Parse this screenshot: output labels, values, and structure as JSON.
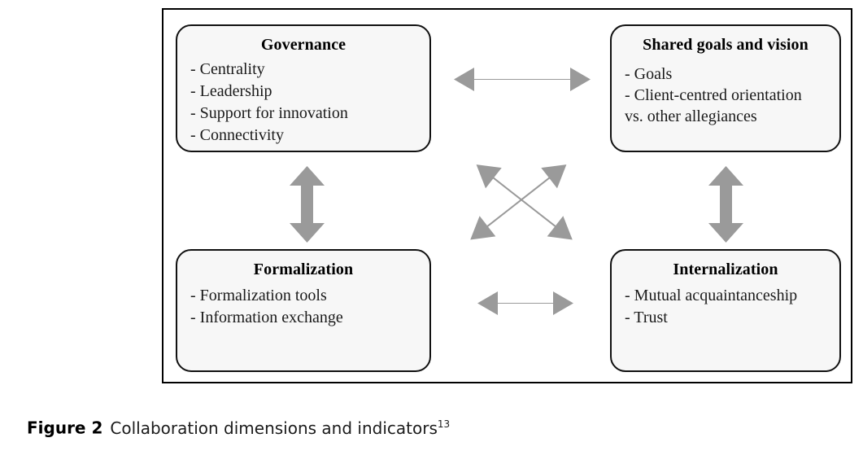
{
  "figure": {
    "caption_label": "Figure 2",
    "caption_text": "Collaboration dimensions and indicators",
    "caption_superscript": "13"
  },
  "colors": {
    "frame_border": "#000000",
    "box_fill": "#f7f7f7",
    "box_border": "#111111",
    "arrow_gray": "#9a9a9a",
    "text": "#000000"
  },
  "boxes": [
    {
      "id": "governance",
      "title": "Governance",
      "items": [
        "- Centrality",
        "- Leadership",
        "- Support for innovation",
        "- Connectivity"
      ]
    },
    {
      "id": "shared-goals",
      "title": "Shared goals and vision",
      "items": [
        "- Goals",
        "- Client-centred orientation",
        "vs. other allegiances"
      ]
    },
    {
      "id": "formalization",
      "title": "Formalization",
      "items": [
        "- Formalization tools",
        "- Information exchange"
      ]
    },
    {
      "id": "internalization",
      "title": "Internalization",
      "items": [
        "- Mutual acquaintanceship",
        "- Trust"
      ]
    }
  ],
  "connectors": [
    {
      "id": "top-horizontal",
      "from": "governance",
      "to": "shared-goals",
      "style": "double-headed"
    },
    {
      "id": "bottom-horizontal",
      "from": "formalization",
      "to": "internalization",
      "style": "double-headed"
    },
    {
      "id": "left-vertical",
      "from": "governance",
      "to": "formalization",
      "style": "double-headed"
    },
    {
      "id": "right-vertical",
      "from": "shared-goals",
      "to": "internalization",
      "style": "double-headed"
    },
    {
      "id": "diagonal-nw-se",
      "from": "governance",
      "to": "internalization",
      "style": "double-headed"
    },
    {
      "id": "diagonal-ne-sw",
      "from": "shared-goals",
      "to": "formalization",
      "style": "double-headed"
    }
  ]
}
